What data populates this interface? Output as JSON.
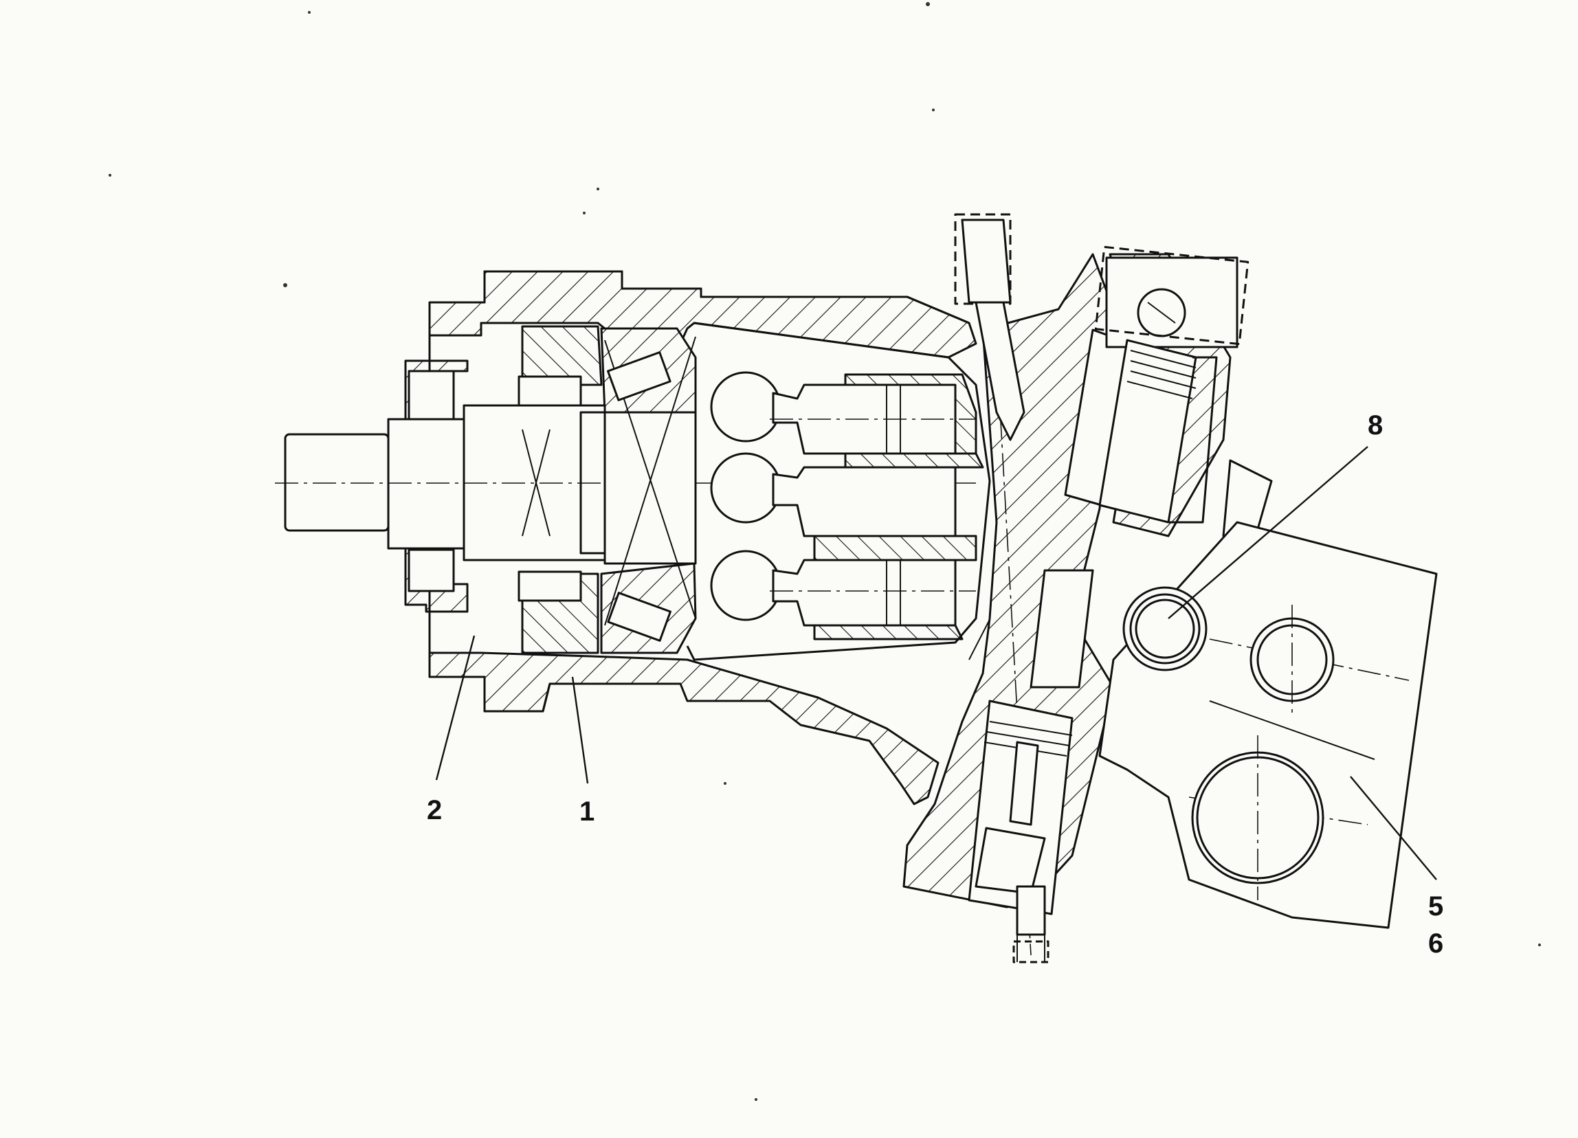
{
  "figure": {
    "callouts": [
      {
        "id": "c1",
        "label": "1"
      },
      {
        "id": "c2",
        "label": "2"
      },
      {
        "id": "c5",
        "label": "5"
      },
      {
        "id": "c6",
        "label": "6"
      },
      {
        "id": "c8",
        "label": "8"
      }
    ],
    "colors": {
      "ink": "#111111",
      "paper": "#fbfbf8"
    }
  }
}
